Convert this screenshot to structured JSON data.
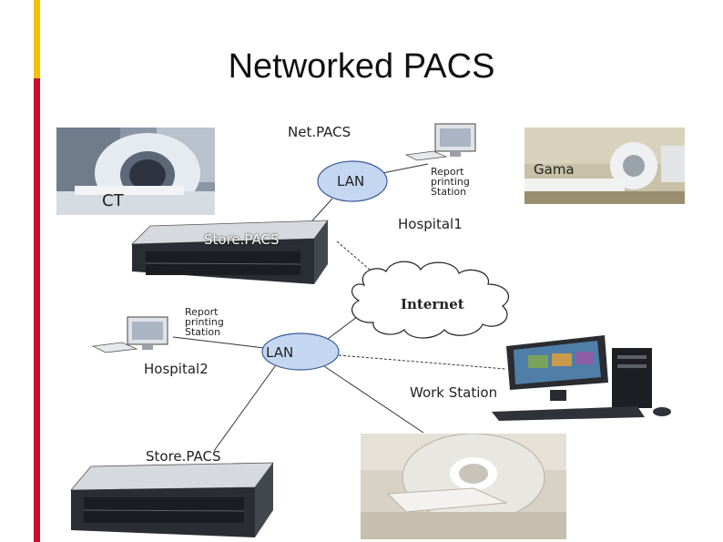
{
  "title": "Networked PACS",
  "colors": {
    "accent_red": "#c8102e",
    "accent_yellow": "#f2c200",
    "lan_fill": "#c5d6f0",
    "lan_stroke": "#3a5c98"
  },
  "labels": {
    "netpacs": "Net.PACS",
    "lan_top": "LAN",
    "lan_bottom": "LAN",
    "report_top": "Report\nprinting\nStation",
    "report_bottom": "Report\nprinting\nStation",
    "hospital1": "Hospital1",
    "hospital2": "Hospital2",
    "storepacs_top": "Store.PACS",
    "storepacs_bottom": "Store.PACS",
    "internet": "Internet",
    "workstation": "Work Station",
    "ct": "CT",
    "gama": "Gama"
  }
}
